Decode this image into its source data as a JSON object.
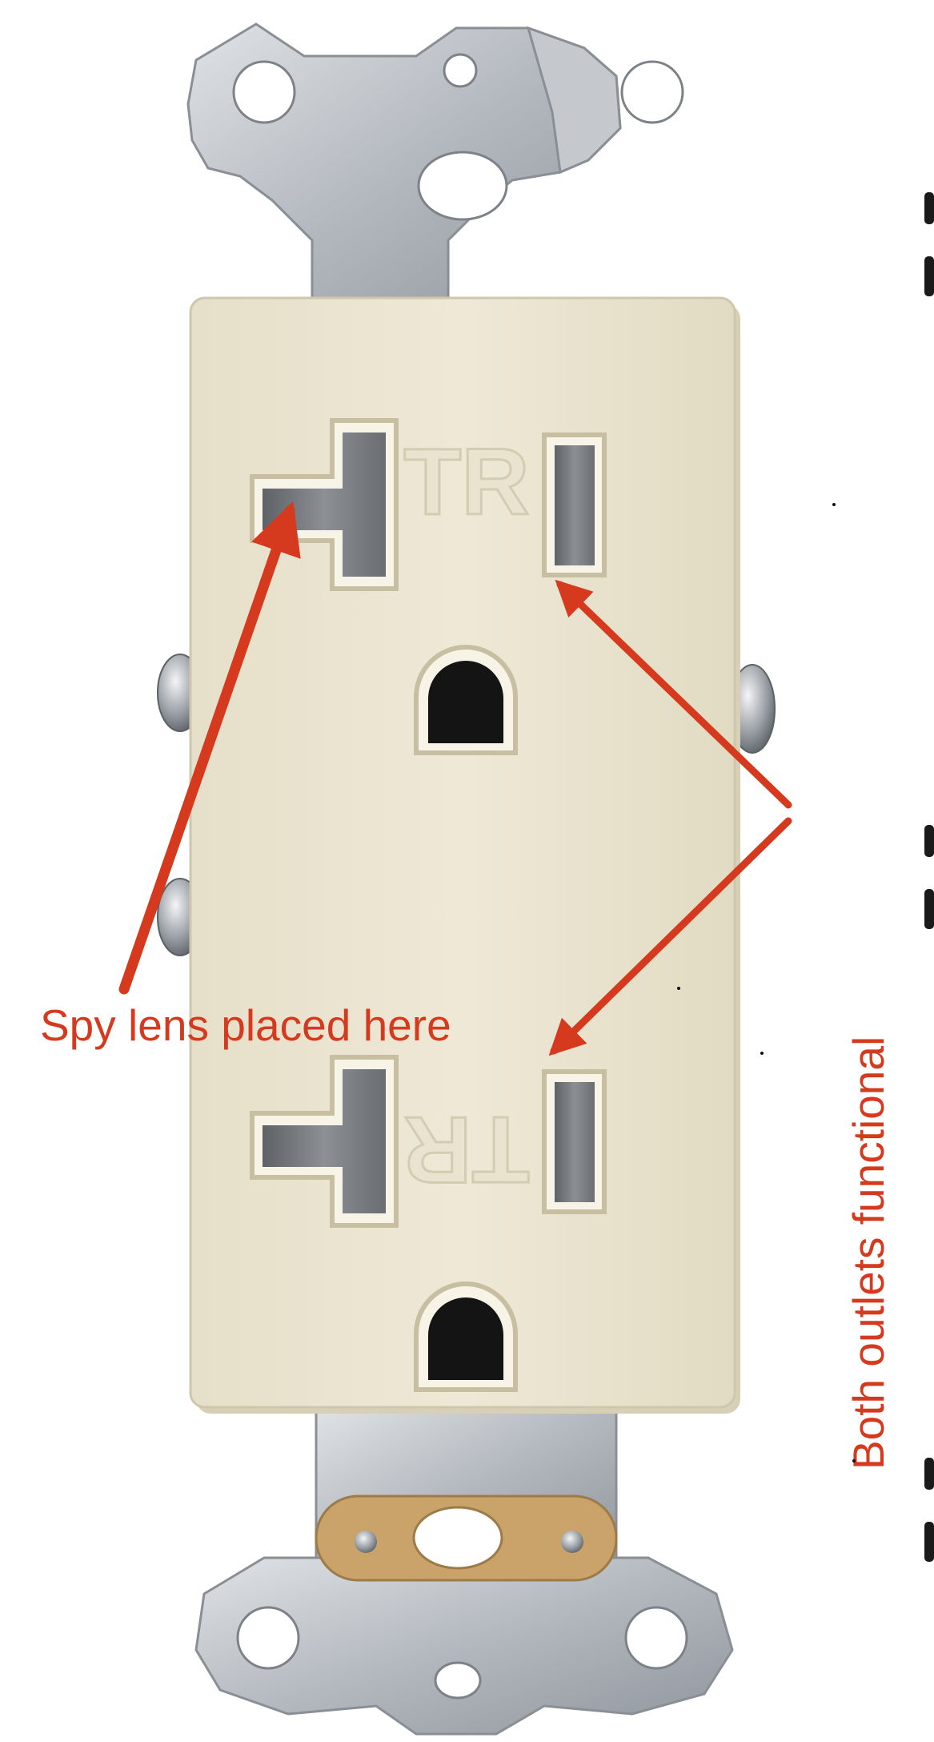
{
  "annotations": {
    "spy_lens": "Spy lens placed here",
    "both_outlets": "Both outlets functional"
  },
  "receptacle": {
    "top_outlet_mark": "TR",
    "bottom_outlet_mark": "TR"
  },
  "colors": {
    "annotation_red": "#d63a1e",
    "faceplate_ivory": "#ece6d3",
    "metal_strap": "#b9bdc2",
    "slot_shadow": "#2b2b2b",
    "ground_label_tan": "#c9a36a"
  },
  "icons": {
    "pointer": "arrow-icon",
    "screw": "screw-icon"
  }
}
